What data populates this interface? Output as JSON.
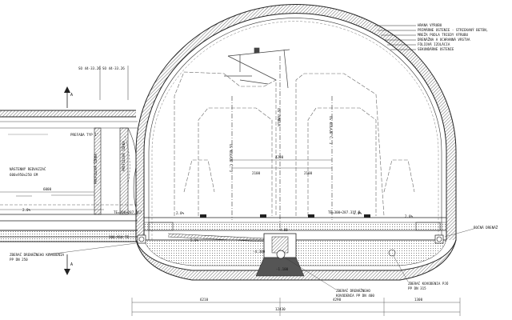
{
  "legend": {
    "items": [
      "HRANA VÝRUBU",
      "PRIMÁRNE OSTENIE - STRIEKANÝ BETÓN,",
      "MREŽA PODLA TRIEDY VÝRUBU",
      "DRENÁŽNA A OCHRANNÁ VRSTVA",
      "FÓLIOVÁ IZOLÁCIA",
      "SEKUNDÁRNE OSTENIE"
    ]
  },
  "top_labels": {
    "left_station": "SO 44-33.26",
    "right_station": "SO 44-33.26"
  },
  "left_labels": {
    "prefab_type": "PREFABA TYP 1\"",
    "nastenny": "NÁSTENNÝ REDVAZZAČ",
    "nastenny_size": "600x950x250 EM",
    "profile_spare": "PROFILOVÁ ŠÍRKA",
    "roof_profile": "PROFILOVÁ ŠÍRKA"
  },
  "track_labels": {
    "axis_left": "OS KOLAJE Č. 2",
    "axis_center": "OS TUNELA",
    "axis_right": "OS KOLAJE Č. 1"
  },
  "dimensions": {
    "upper_total": "4200",
    "upper_left": "2100",
    "upper_right": "2100",
    "left_dim": "6000",
    "bottom_left": "6210",
    "bottom_total": "12430",
    "bottom_right": "1300",
    "bottom_mid": "4290"
  },
  "elevations": {
    "te_left": "TE=300+287.317",
    "te_right": "TE=300+287.317 B",
    "level_left": "386.914 TE",
    "level_center": "-4.80",
    "level_pipe": "-4.300",
    "level_bottom": "-1.100"
  },
  "slopes": {
    "left_slope": "2.0%",
    "mid_slope": "2.0%",
    "center_slope": "5.0%",
    "right_slope": "2.0%",
    "right_slope2": "2.0%"
  },
  "bottom_labels": {
    "drain_left_1": "ZBERAČ DRENÁŽNEHO KOVODENIA",
    "drain_left_2": "PP DN 250",
    "drain_center_1": "ZBERAČ DRENÁŽNEHO",
    "drain_center_2": "KOVODENIA PP DN 400",
    "drain_right_1": "ZBERAČ KOVODENIA PJÓ",
    "drain_right_2": "PP DN 315",
    "side_drain": "BOČNÁ DRENÁŽ"
  }
}
